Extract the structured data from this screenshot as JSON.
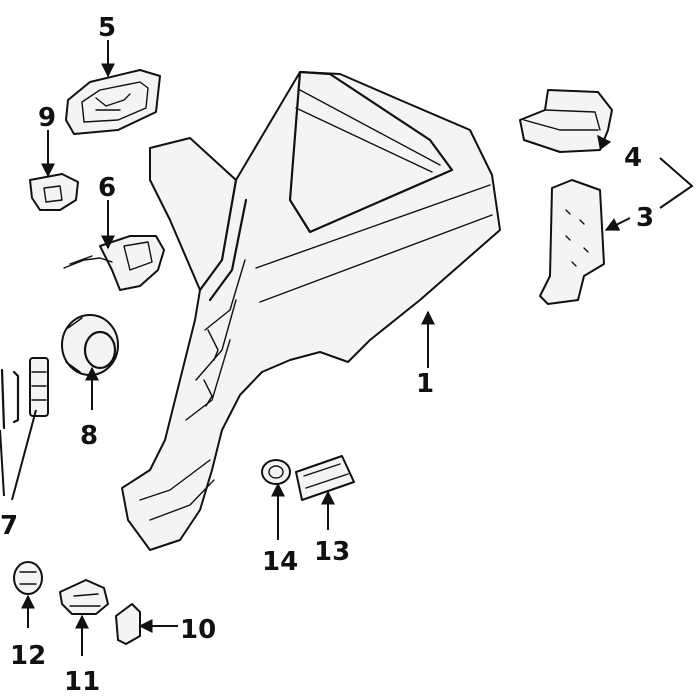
{
  "callouts": [
    "1",
    "3",
    "4",
    "5",
    "6",
    "7",
    "8",
    "9",
    "10",
    "11",
    "12",
    "13",
    "14"
  ]
}
